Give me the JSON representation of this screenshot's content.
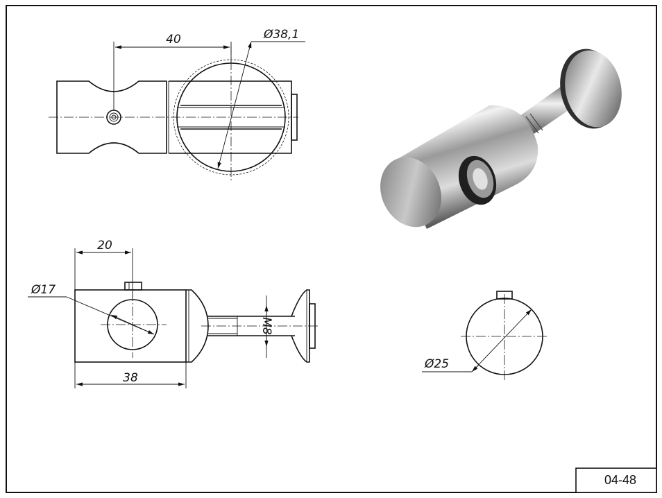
{
  "drawing": {
    "sheet_code": "04-48",
    "dimensions": {
      "top_length": "40",
      "top_diameter": "Ø38,1",
      "front_offset": "20",
      "front_hole": "Ø17",
      "front_length": "38",
      "thread": "M8",
      "side_diameter": "Ø25"
    }
  },
  "colors": {
    "line": "#111111",
    "background": "#ffffff",
    "metal_light": "#e9e9e9",
    "metal_dark": "#3a3a3a"
  }
}
